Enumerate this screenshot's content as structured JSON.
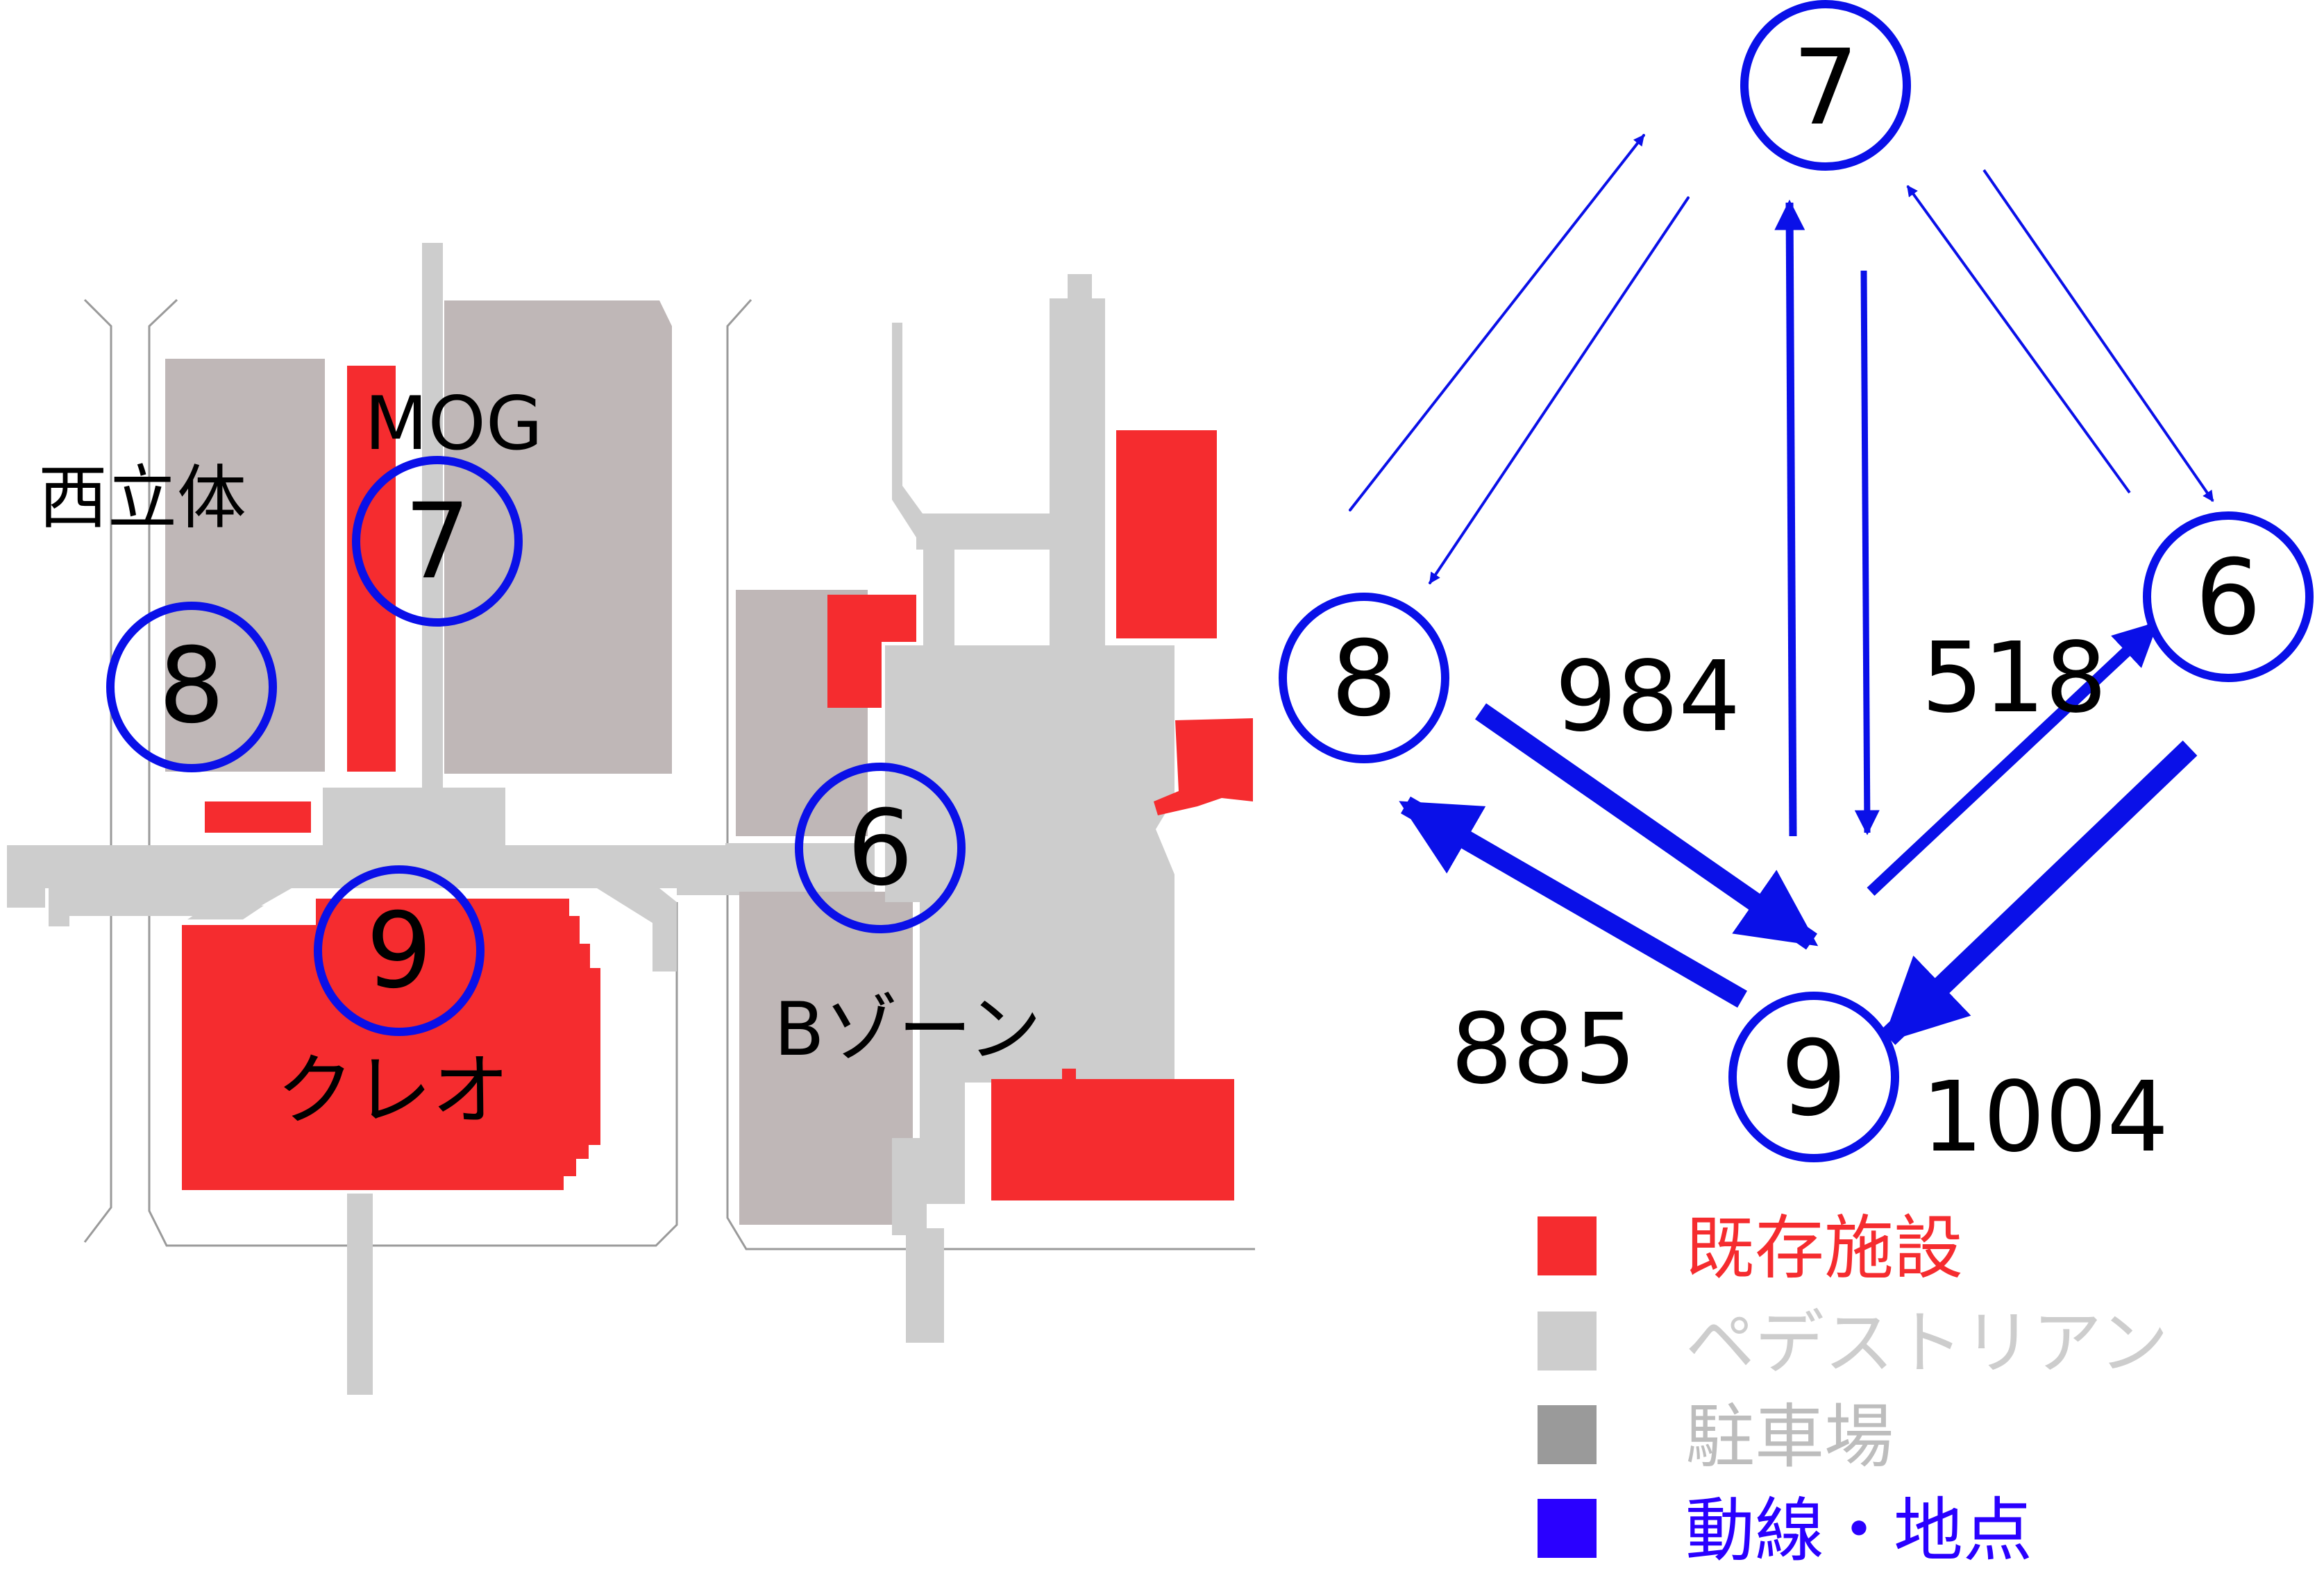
{
  "colors": {
    "existing": "#f52c2f",
    "pedestrian": "#cdcdcd",
    "parking": "#bfb7b7",
    "flow": "#0a10e8",
    "legend_parking_swatch": "#9a9a9a",
    "legend_flow_swatch": "#2a00ff"
  },
  "map": {
    "labels": {
      "nishi": "西立体",
      "mog": "MOG",
      "b_zone": "Bゾーン",
      "creo": "クレオ"
    },
    "points": [
      {
        "id": "8",
        "label": "8"
      },
      {
        "id": "7",
        "label": "7"
      },
      {
        "id": "6",
        "label": "6"
      },
      {
        "id": "9",
        "label": "9"
      }
    ]
  },
  "flow": {
    "nodes": [
      {
        "id": "7",
        "label": "7"
      },
      {
        "id": "8",
        "label": "8"
      },
      {
        "id": "6",
        "label": "6"
      },
      {
        "id": "9",
        "label": "9"
      }
    ],
    "counts": {
      "c984": "984",
      "c518": "518",
      "c885": "885",
      "c1004": "1004"
    }
  },
  "legend": [
    {
      "label": "既存施設",
      "color": "#f52c2f"
    },
    {
      "label": "ペデストリアン",
      "color": "#cdcdcd"
    },
    {
      "label": "駐車場",
      "color": "#9a9a9a"
    },
    {
      "label": "動線・地点",
      "color": "#2a00ff"
    }
  ]
}
